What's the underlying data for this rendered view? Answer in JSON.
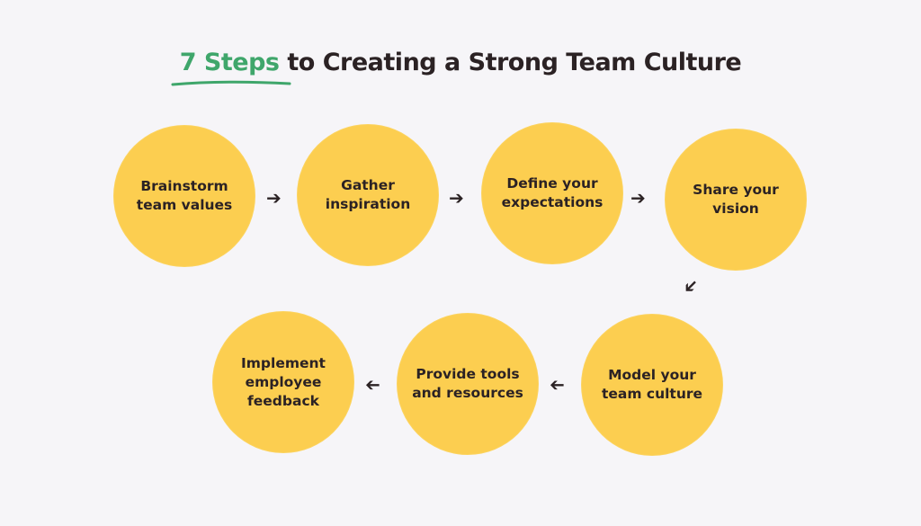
{
  "title": {
    "highlight": "7 Steps",
    "rest": " to Creating a Strong Team Culture"
  },
  "steps": [
    {
      "label": "Brainstorm team values"
    },
    {
      "label": "Gather inspiration"
    },
    {
      "label": "Define your expectations"
    },
    {
      "label": "Share your vision"
    },
    {
      "label": "Model your team culture"
    },
    {
      "label": "Provide tools and resources"
    },
    {
      "label": "Implement employee feedback"
    }
  ],
  "colors": {
    "background": "#f6f5f8",
    "circle": "#fcce50",
    "accent": "#3fa66b",
    "text": "#2b2224"
  }
}
